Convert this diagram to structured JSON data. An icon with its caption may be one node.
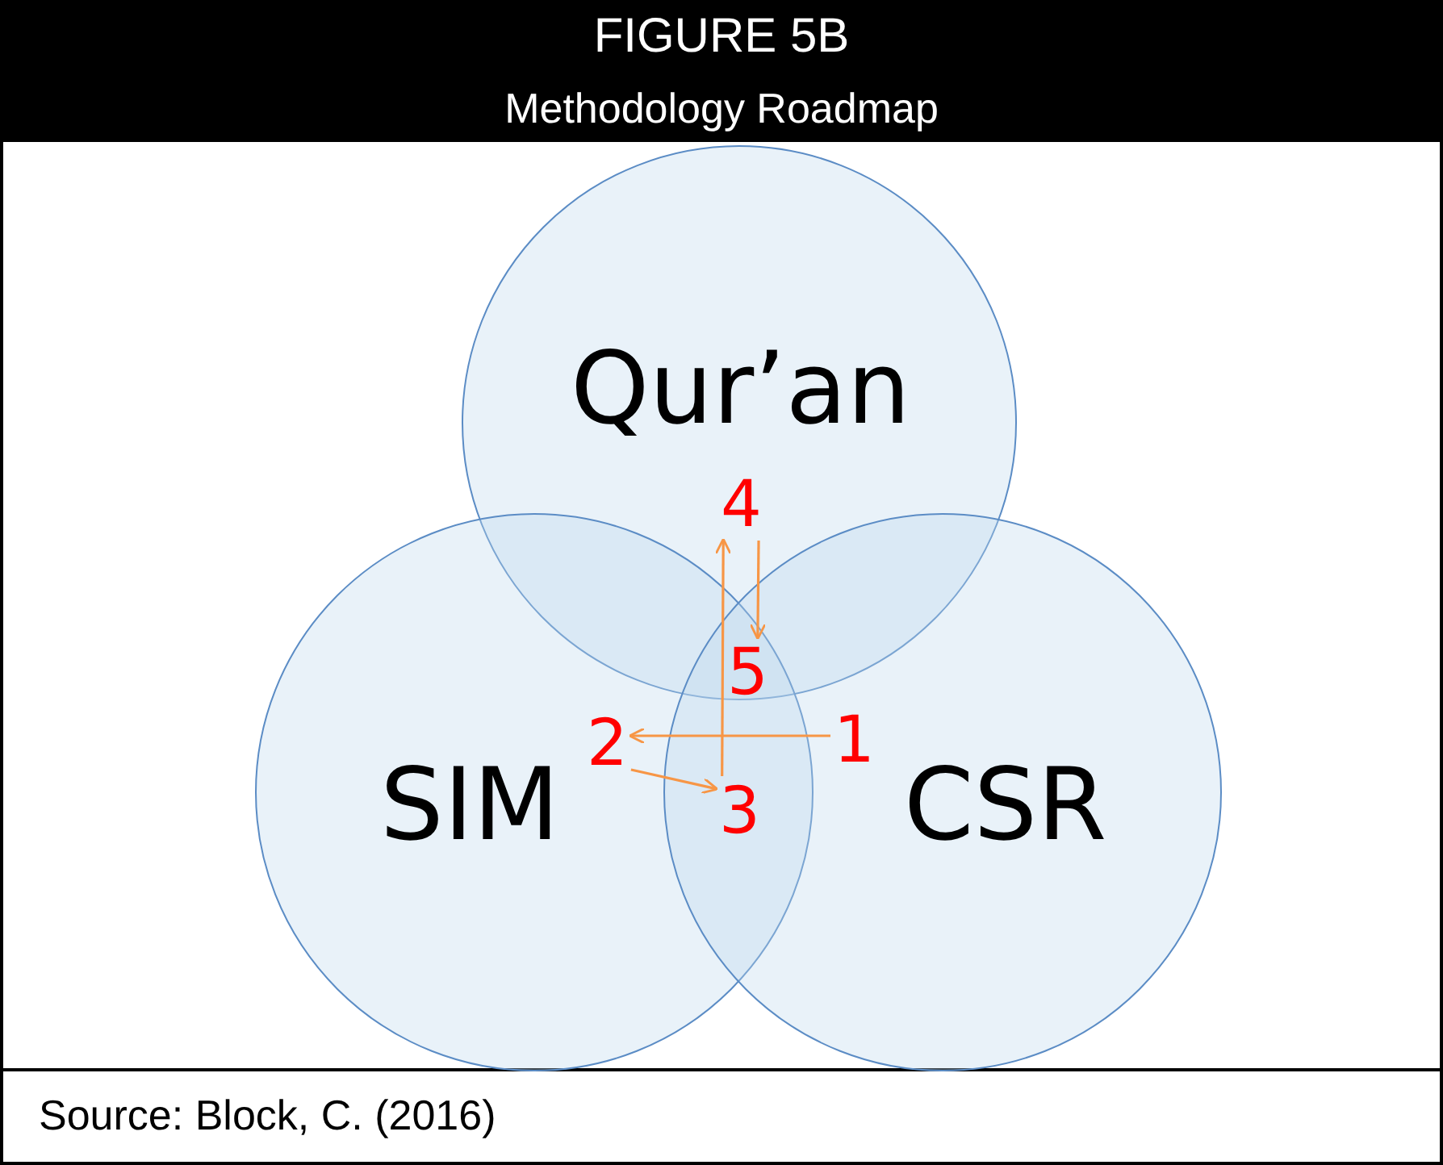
{
  "diagram": {
    "title": "Methodology Roadmap",
    "caption": "Source: Block, C. (2016)",
    "labels": [
      "FIGURE 5B"
    ],
    "nodes": [
      {
        "text": [
          "Qur’an"
        ]
      },
      {
        "text": [
          "SIM"
        ]
      },
      {
        "text": [
          "CSR"
        ]
      },
      {
        "text": [
          "1"
        ],
        "in": 2
      },
      {
        "text": [
          "2"
        ],
        "in": 1
      },
      {
        "text": [
          "3"
        ]
      },
      {
        "text": [
          "4"
        ],
        "in": 0
      },
      {
        "text": [
          "5"
        ]
      }
    ],
    "edges": [
      {
        "from": 3,
        "to": 4,
        "arrow": "to"
      },
      {
        "from": 4,
        "to": 5,
        "arrow": "to"
      },
      {
        "from": 5,
        "to": 6,
        "arrow": "to"
      },
      {
        "from": 6,
        "to": 7,
        "arrow": "to"
      }
    ]
  }
}
